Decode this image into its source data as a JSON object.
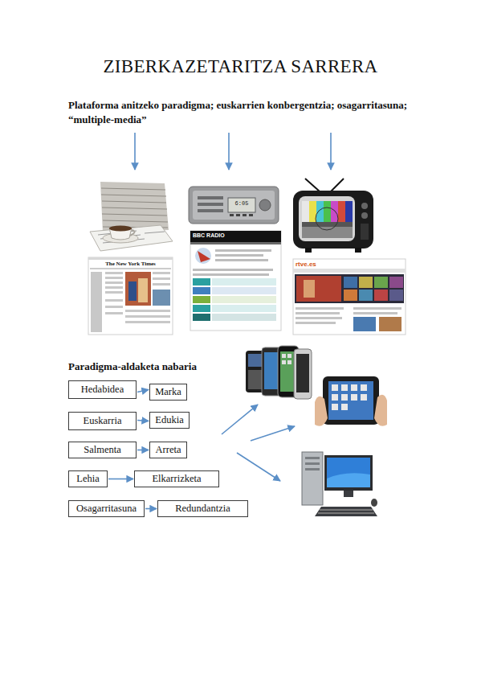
{
  "diagram": {
    "title": "ZIBERKAZETARITZA SARRERA",
    "nodes": [
      {
        "text": [
          "Hedabidea"
        ]
      },
      {
        "text": [
          "Marka"
        ]
      },
      {
        "text": [
          "Euskarria"
        ]
      },
      {
        "text": [
          "Edukia"
        ]
      },
      {
        "text": [
          "Salmenta"
        ]
      },
      {
        "text": [
          "Arreta"
        ]
      },
      {
        "text": [
          "Lehia"
        ]
      },
      {
        "text": [
          "Elkarrizketa"
        ]
      },
      {
        "text": [
          "Osagarritasuna"
        ]
      },
      {
        "text": [
          "Redundantzia"
        ]
      }
    ],
    "edges": [
      {
        "from": 0,
        "to": 1,
        "arrow": "to"
      },
      {
        "from": 2,
        "to": 3,
        "arrow": "to"
      },
      {
        "from": 4,
        "to": 5,
        "arrow": "to"
      },
      {
        "from": 6,
        "to": 7,
        "arrow": "to"
      },
      {
        "from": 8,
        "to": 9,
        "arrow": "to"
      }
    ],
    "labels": [
      "Plataforma anitzeko paradigma; euskarrien konbergentzia; osagarritasuna; “multiple-media”",
      "Paradigma-aldaketa nabaria",
      "The New York Times",
      "BBC RADIO",
      "rtve.es",
      "6:05"
    ]
  }
}
